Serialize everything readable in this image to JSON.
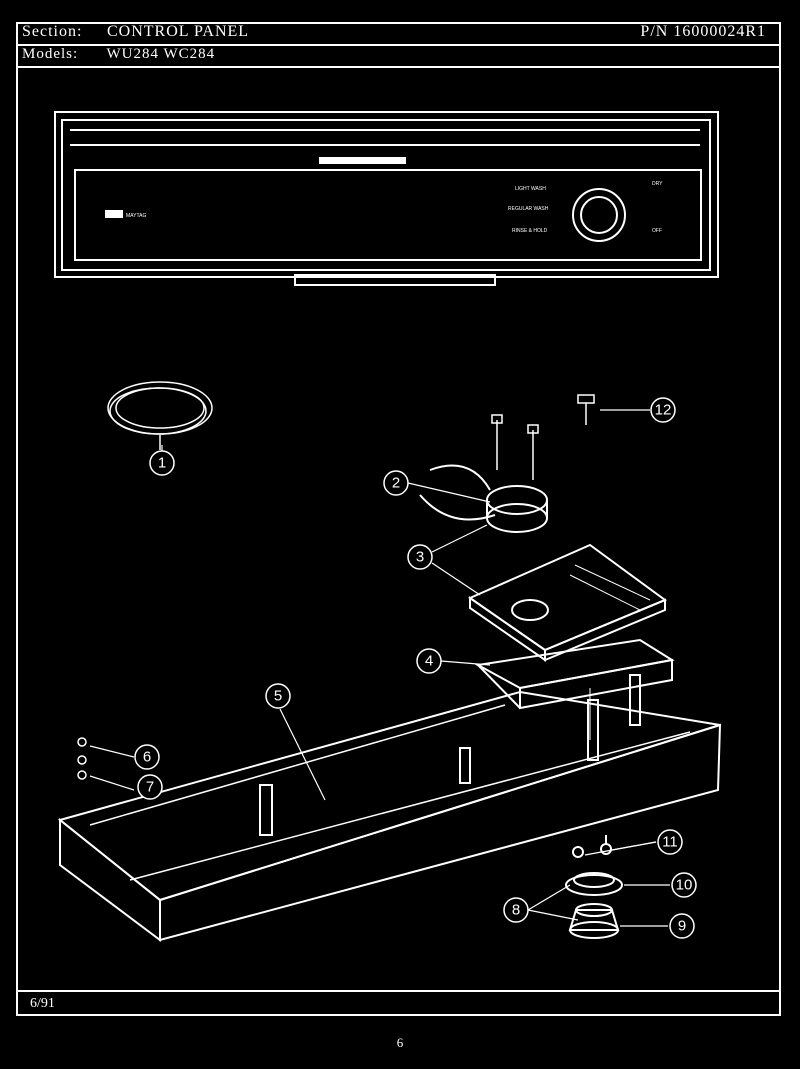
{
  "header": {
    "section_label": "Section:",
    "section_value": "CONTROL PANEL",
    "models_label": "Models:",
    "models_value": "WU284  WC284",
    "part_number": "P/N 16000024R1"
  },
  "panel_labels": {
    "brand": "MAYTAG",
    "light_wash": "LIGHT WASH",
    "regular_wash": "REGULAR WASH",
    "rinse_hold": "RINSE & HOLD",
    "dry": "DRY",
    "off": "OFF"
  },
  "callouts": [
    "1",
    "2",
    "3",
    "4",
    "5",
    "6",
    "7",
    "8",
    "9",
    "10",
    "11",
    "12"
  ],
  "footer": {
    "date": "6/91",
    "page": "6"
  }
}
